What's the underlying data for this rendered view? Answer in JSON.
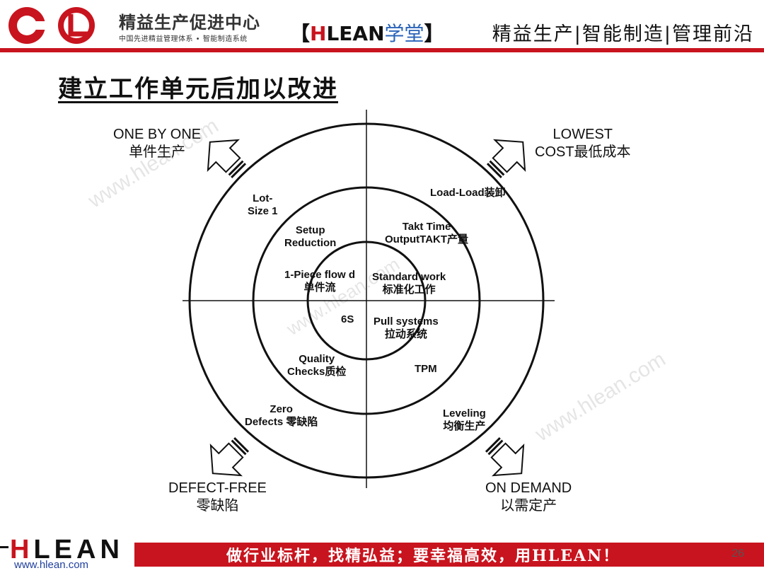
{
  "header": {
    "brand_name": "精益生产促进中心",
    "brand_sub": "中国先进精益管理体系 • 智能制造系统",
    "tag_open": "【",
    "tag_h": "H",
    "tag_lean": "LEAN",
    "tag_cn": "学堂",
    "tag_close": "】",
    "slogan": "精益生产|智能制造|管理前沿"
  },
  "title": "建立工作单元后加以改进",
  "diagram": {
    "corners": {
      "top_left": {
        "en": "ONE BY ONE",
        "cn": "单件生产"
      },
      "top_right": {
        "en": "LOWEST",
        "cn": "COST最低成本"
      },
      "bottom_left": {
        "en": "DEFECT-FREE",
        "cn": "零缺陷"
      },
      "bottom_right": {
        "en": "ON DEMAND",
        "cn": "以需定产"
      }
    },
    "outer": {
      "lot": {
        "l1": "Lot-",
        "l2": "Size 1"
      },
      "load": "Load-Load装卸",
      "zero": {
        "l1": "Zero",
        "l2": "Defects 零缺陷"
      },
      "leveling": {
        "l1": "Leveling",
        "l2": "均衡生产"
      }
    },
    "middle": {
      "setup": {
        "l1": "Setup",
        "l2": "Reduction"
      },
      "takt": {
        "l1": "Takt Time",
        "l2": "OutputTAKT产量"
      },
      "quality": {
        "l1": "Quality",
        "l2": "Checks质检"
      },
      "tpm": "TPM"
    },
    "inner": {
      "piece": {
        "l1": "1-Piece flow d",
        "l2": "单件流"
      },
      "standard": {
        "l1": "Standard  work",
        "l2": "标准化工作"
      },
      "six_s": "6S",
      "pull": {
        "l1": "Pull systems",
        "l2": "拉动系统"
      }
    }
  },
  "watermarks": [
    "www.hlean.com",
    "www.hlean.com",
    "www.hlean.com"
  ],
  "footer": {
    "logo_h": "H",
    "logo_rest": "LEAN",
    "url": "www.hlean.com",
    "slogan": "做行业标杆，找精弘益；要幸福高效，用HLEAN！",
    "page": "26"
  },
  "colors": {
    "brand_red": "#c8141e",
    "link_blue": "#1f3f9e",
    "tag_blue": "#2a63b8"
  }
}
